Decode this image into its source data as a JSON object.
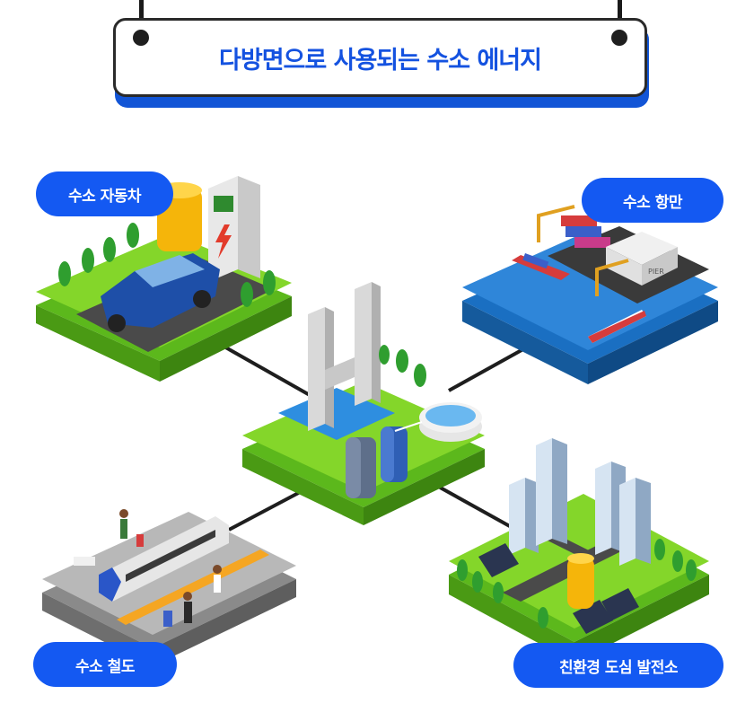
{
  "sign": {
    "title": "다방면으로 사용되는 수소 에너지"
  },
  "labels": {
    "car": "수소 자동차",
    "port": "수소 항만",
    "rail": "수소 철도",
    "plant": "친환경 도심 발전소"
  },
  "port_sign": "PIER",
  "colors": {
    "accent": "#1459f2",
    "grass": "#7ed321",
    "water": "#2f86d9",
    "road": "#4a4a4a"
  }
}
